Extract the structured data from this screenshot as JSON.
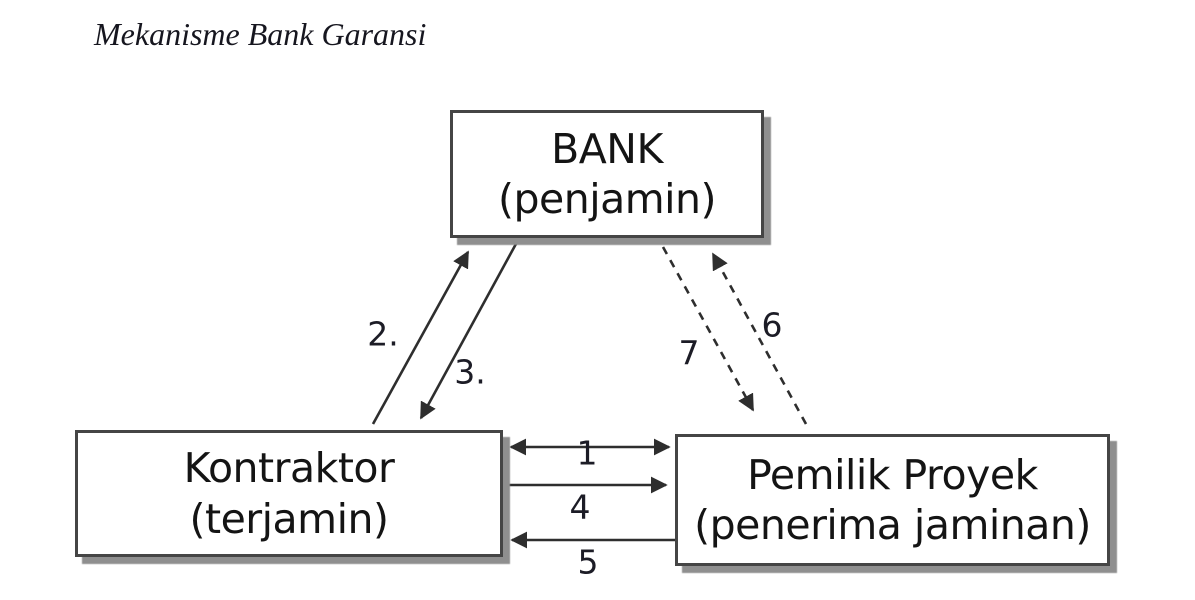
{
  "title": "Mekanisme Bank Garansi",
  "diagram": {
    "nodes": {
      "bank": {
        "name": "BANK",
        "role": "(penjamin)"
      },
      "kontraktor": {
        "name": "Kontraktor",
        "role": "(terjamin)"
      },
      "pemilik_proyek": {
        "name": "Pemilik Proyek",
        "role": "(penerima jaminan)"
      }
    },
    "edges": [
      {
        "label": "1",
        "from": "kontraktor",
        "to": "pemilik_proyek",
        "line": "solid",
        "arrows": "both"
      },
      {
        "label": "2.",
        "from": "kontraktor",
        "to": "bank",
        "line": "solid",
        "arrows": "end"
      },
      {
        "label": "3.",
        "from": "bank",
        "to": "kontraktor",
        "line": "solid",
        "arrows": "end"
      },
      {
        "label": "4",
        "from": "kontraktor",
        "to": "pemilik_proyek",
        "line": "solid",
        "arrows": "end"
      },
      {
        "label": "5",
        "from": "pemilik_proyek",
        "to": "kontraktor",
        "line": "solid",
        "arrows": "end"
      },
      {
        "label": "6",
        "from": "pemilik_proyek",
        "to": "bank",
        "line": "dashed",
        "arrows": "end"
      },
      {
        "label": "7",
        "from": "bank",
        "to": "pemilik_proyek",
        "line": "dashed",
        "arrows": "end"
      }
    ]
  },
  "colors": {
    "background": "#ffffff",
    "box_border": "#454545",
    "box_shadow": "#8f8f8f",
    "text": "#141414",
    "arrow": "#2e2e2e"
  }
}
